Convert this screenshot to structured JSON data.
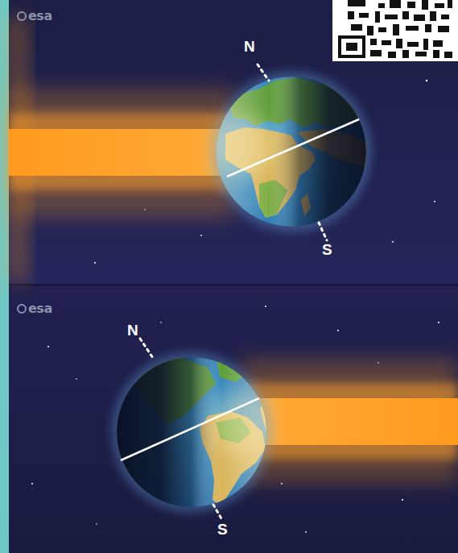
{
  "diagram": {
    "labels": [
      "esa",
      "N",
      "S",
      "esa",
      "N",
      "S"
    ]
  }
}
